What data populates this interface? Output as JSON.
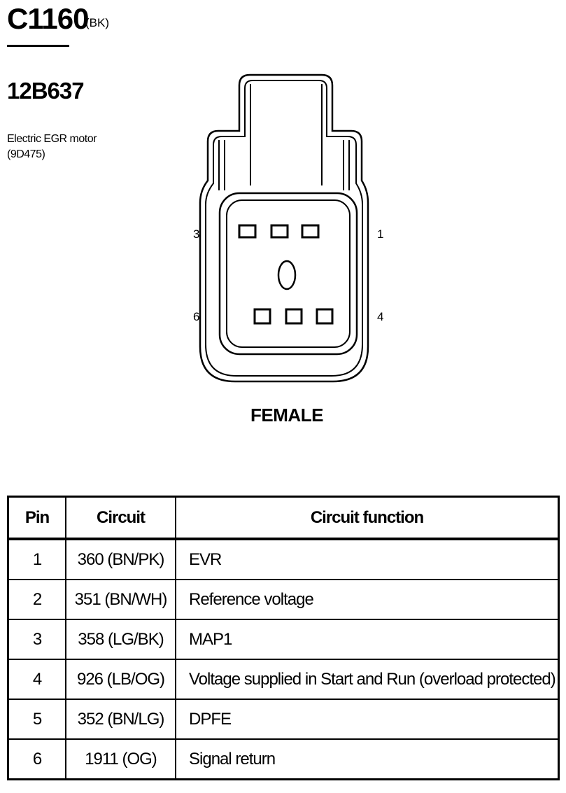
{
  "header": {
    "connector_code": "C1160",
    "connector_color": "(BK)",
    "part_number": "12B637",
    "description_line1": "Electric EGR motor",
    "description_line2": "(9D475)"
  },
  "diagram": {
    "pin_labels": {
      "top_left": "3",
      "top_right": "1",
      "bottom_left": "6",
      "bottom_right": "4"
    },
    "gender": "FEMALE"
  },
  "table": {
    "headers": {
      "pin": "Pin",
      "circuit": "Circuit",
      "function": "Circuit function"
    },
    "rows": [
      {
        "pin": "1",
        "circuit": "360 (BN/PK)",
        "function": "EVR"
      },
      {
        "pin": "2",
        "circuit": "351 (BN/WH)",
        "function": "Reference voltage"
      },
      {
        "pin": "3",
        "circuit": "358 (LG/BK)",
        "function": "MAP1"
      },
      {
        "pin": "4",
        "circuit": "926 (LB/OG)",
        "function": "Voltage supplied in Start and Run (overload protected)"
      },
      {
        "pin": "5",
        "circuit": "352 (BN/LG)",
        "function": "DPFE"
      },
      {
        "pin": "6",
        "circuit": "1911 (OG)",
        "function": "Signal return"
      }
    ]
  }
}
